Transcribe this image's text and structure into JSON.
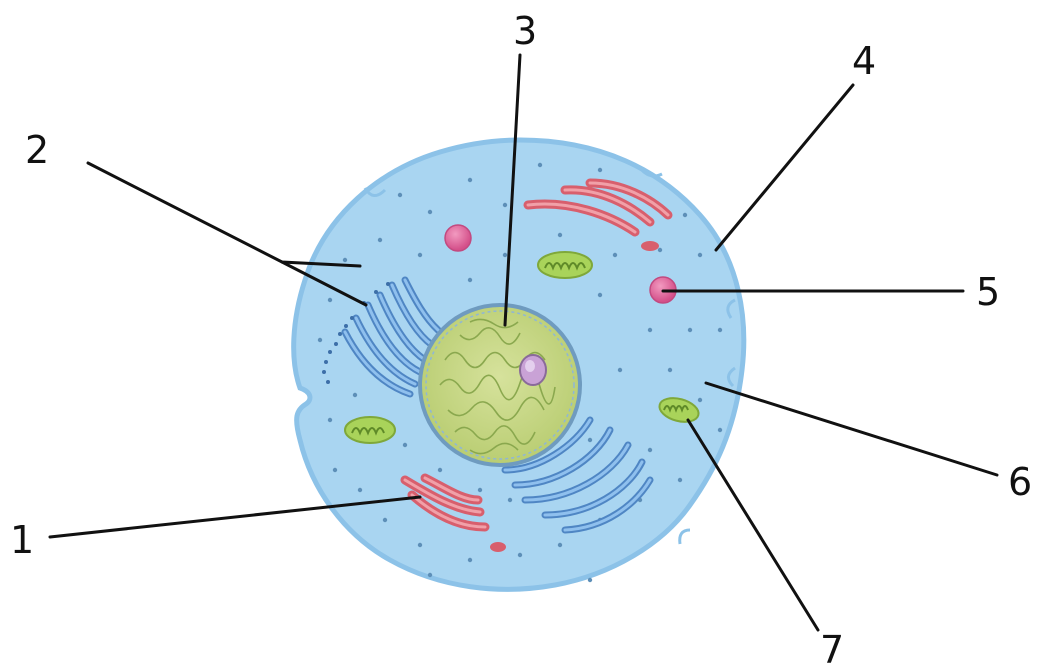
{
  "diagram": {
    "labels": [
      {
        "id": "1",
        "text": "1"
      },
      {
        "id": "2",
        "text": "2"
      },
      {
        "id": "3",
        "text": "3"
      },
      {
        "id": "4",
        "text": "4"
      },
      {
        "id": "5",
        "text": "5"
      },
      {
        "id": "6",
        "text": "6"
      },
      {
        "id": "7",
        "text": "7"
      }
    ],
    "colors": {
      "cytoplasm": "#a9d5f1",
      "membrane": "#8cc2e8",
      "nucleus": "#c9d88c",
      "nucleus_border": "#6f9bbf",
      "chromatin": "#93b35a",
      "nucleolus": "#c9a2d6",
      "golgi": "#e0707a",
      "er": "#6aa6d9",
      "mitochondria": "#a9d35a",
      "lysosome": "#e06ba0",
      "ribosome_dots": "#5d8fb8",
      "leader_lines": "#111111"
    }
  }
}
